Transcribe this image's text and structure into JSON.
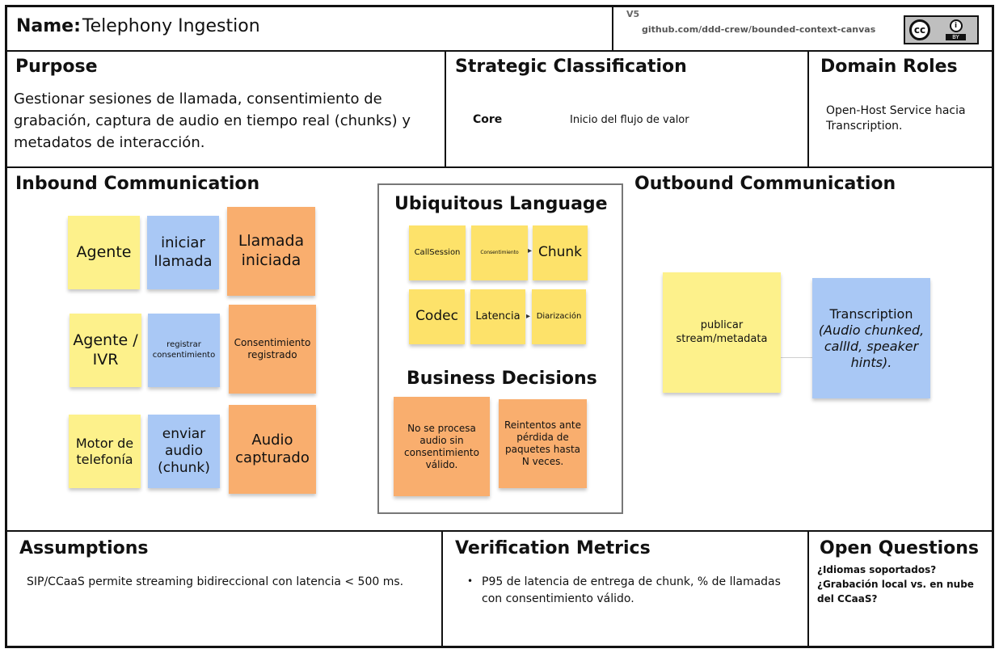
{
  "header": {
    "name_label": "Name:",
    "name_value": "Telephony Ingestion",
    "version": "V5",
    "source": "github.com/ddd-crew/bounded-context-canvas",
    "license_cc": "cc",
    "license_by": "BY"
  },
  "purpose": {
    "title": "Purpose",
    "text": "Gestionar sesiones de llamada, consentimiento de grabación, captura de audio en tiempo real (chunks) y metadatos de interacción."
  },
  "strategic": {
    "title": "Strategic Classification",
    "label": "Core",
    "value": "Inicio del flujo de valor"
  },
  "domain_roles": {
    "title": "Domain Roles",
    "text": "Open-Host Service hacia Transcription."
  },
  "inbound": {
    "title": "Inbound Communication",
    "rows": [
      {
        "actor": "Agente",
        "command": "iniciar llamada",
        "event": "Llamada iniciada"
      },
      {
        "actor": "Agente / IVR",
        "command": "registrar consentimiento",
        "event": "Consentimiento registrado"
      },
      {
        "actor": "Motor de telefonía",
        "command": "enviar audio (chunk)",
        "event": "Audio capturado"
      }
    ]
  },
  "ubiquitous": {
    "title": "Ubiquitous Language",
    "terms": [
      "CallSession",
      "Consentimiento",
      "Chunk",
      "Codec",
      "Latencia",
      "Diarización"
    ]
  },
  "business": {
    "title": "Business Decisions",
    "decisions": [
      "No se procesa audio sin consentimiento válido.",
      "Reintentos ante pérdida de paquetes hasta N veces."
    ]
  },
  "outbound": {
    "title": "Outbound Communication",
    "message": "publicar stream/metadata",
    "consumer_name": "Transcription",
    "consumer_detail": "(Audio chunked, callId, speaker hints)."
  },
  "assumptions": {
    "title": "Assumptions",
    "text": "SIP/CCaaS permite streaming bidireccional con latencia < 500 ms."
  },
  "verification": {
    "title": "Verification Metrics",
    "items": [
      "P95 de latencia de entrega de chunk, % de llamadas con consentimiento válido."
    ]
  },
  "open_questions": {
    "title": "Open Questions",
    "items": [
      "¿Idiomas soportados?",
      "¿Grabación local vs. en nube del CCaaS?"
    ]
  },
  "colors": {
    "actor": "#FDF18B",
    "command": "#A9C8F5",
    "event": "#F9AE6E",
    "term": "#FDE26A"
  }
}
